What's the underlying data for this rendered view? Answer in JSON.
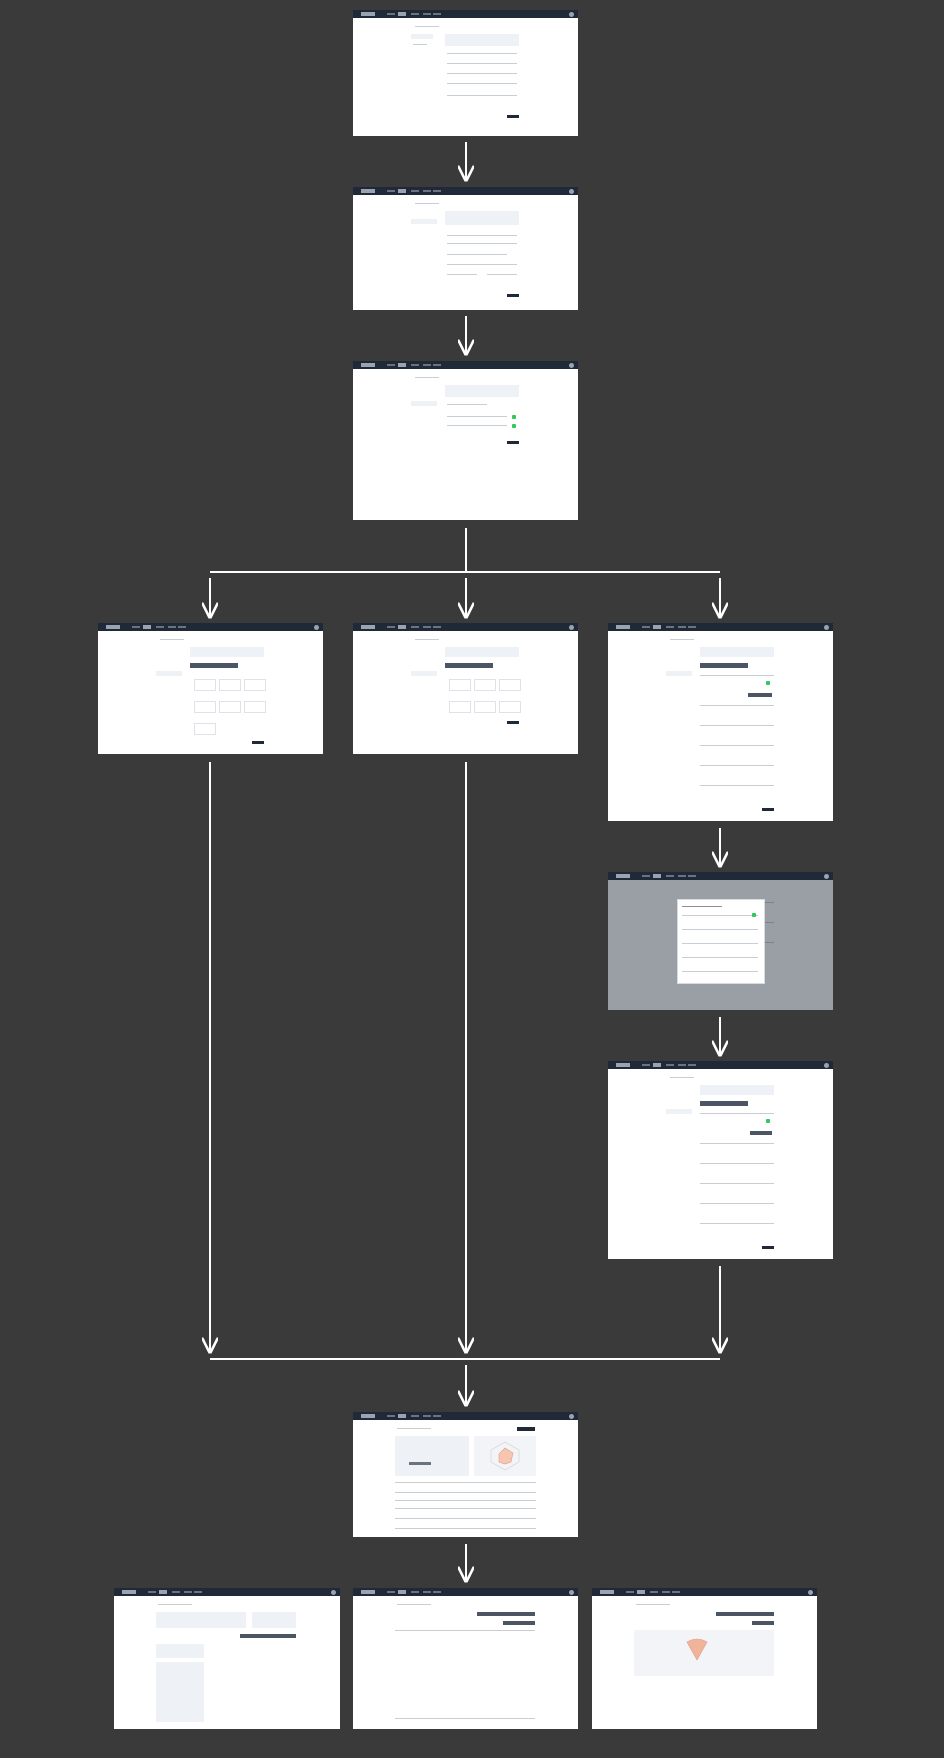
{
  "diagram": {
    "type": "flow",
    "background": "#3a3a3a",
    "line_color": "#ffffff",
    "nodes": [
      {
        "id": "s1",
        "kind": "form-basic"
      },
      {
        "id": "s2",
        "kind": "form-detailed"
      },
      {
        "id": "s3",
        "kind": "form-toggles"
      },
      {
        "id": "s4a",
        "kind": "grid-cards-9"
      },
      {
        "id": "s4b",
        "kind": "grid-cards-6"
      },
      {
        "id": "s4c",
        "kind": "list-sections"
      },
      {
        "id": "s5c",
        "kind": "list-with-modal"
      },
      {
        "id": "s6c",
        "kind": "list-sections-selected"
      },
      {
        "id": "s7",
        "kind": "dashboard-report"
      },
      {
        "id": "s8a",
        "kind": "detail-split"
      },
      {
        "id": "s8b",
        "kind": "detail-empty"
      },
      {
        "id": "s8c",
        "kind": "detail-chart"
      }
    ],
    "edges": [
      {
        "from": "s1",
        "to": "s2"
      },
      {
        "from": "s2",
        "to": "s3"
      },
      {
        "from": "s3",
        "to": "s4a"
      },
      {
        "from": "s3",
        "to": "s4b"
      },
      {
        "from": "s3",
        "to": "s4c"
      },
      {
        "from": "s4c",
        "to": "s5c"
      },
      {
        "from": "s5c",
        "to": "s6c"
      },
      {
        "from": "s4a",
        "to": "s7"
      },
      {
        "from": "s4b",
        "to": "s7"
      },
      {
        "from": "s6c",
        "to": "s7"
      },
      {
        "from": "s7",
        "to": "s8a"
      },
      {
        "from": "s7",
        "to": "s8b"
      },
      {
        "from": "s7",
        "to": "s8c"
      }
    ]
  }
}
